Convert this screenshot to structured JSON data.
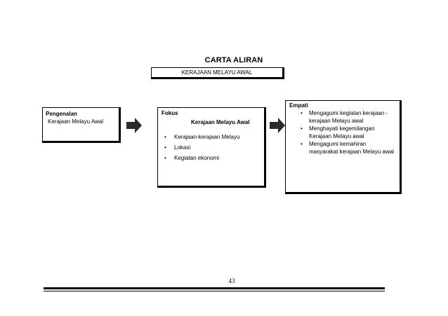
{
  "title": "CARTA ALIRAN",
  "subtitle": "KERAJAAN MELAYU AWAL",
  "box1": {
    "heading": "Pengenalan",
    "content": "Kerajaan Melayu Awal"
  },
  "box2": {
    "heading": "Fokus",
    "subheading": "Kerajaan Melayu Awal",
    "items": [
      "Kerajaan-kerajaan Melayu",
      "Lokasi",
      "Kegiatan ekonomi"
    ]
  },
  "box3": {
    "heading": "Empati",
    "items": [
      "Mengagumi kegiatan kerajaan - kerajaan Melayu awal",
      "Menghayati kegemilangan Kerajaan Melayu awal",
      "Mengagumi kemahiran masyarakat kerajaan Melayu awal"
    ]
  },
  "bullet_symbol": "•",
  "page_number": "43",
  "colors": {
    "arrow": "#2b2b2b",
    "border": "#000000"
  },
  "icons": {
    "arrow": "block-arrow-right-icon"
  }
}
